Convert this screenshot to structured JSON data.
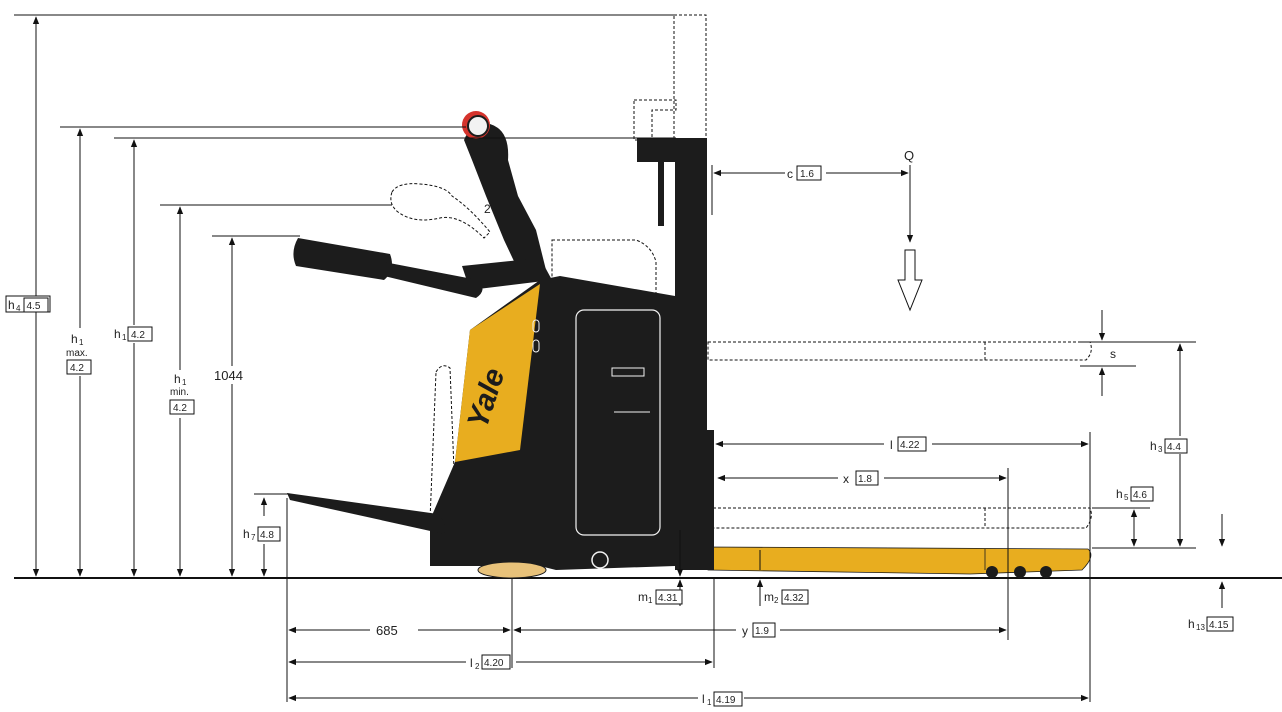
{
  "colors": {
    "body": "#1c1c1c",
    "accent": "#e8ad1f",
    "handle_red": "#d5332c",
    "line": "#111111",
    "background": "#ffffff"
  },
  "brand": {
    "logo_text": "Yale"
  },
  "load": {
    "symbol": "Q"
  },
  "lever_mark": "2",
  "dimensions": {
    "h4": {
      "symbol": "h",
      "sub": "4",
      "code": "4.5"
    },
    "h1max": {
      "symbol": "h",
      "sub": "1",
      "note": "max.",
      "code": "4.2"
    },
    "h1": {
      "symbol": "h",
      "sub": "1",
      "code": "4.2"
    },
    "h1min": {
      "symbol": "h",
      "sub": "1",
      "note": "min.",
      "code": "4.2"
    },
    "tiller": {
      "value": "1044"
    },
    "h7": {
      "symbol": "h",
      "sub": "7",
      "code": "4.8"
    },
    "c": {
      "symbol": "c",
      "code": "1.6"
    },
    "s": {
      "symbol": "s"
    },
    "h3": {
      "symbol": "h",
      "sub": "3",
      "code": "4.4"
    },
    "h5": {
      "symbol": "h",
      "sub": "5",
      "code": "4.6"
    },
    "l": {
      "symbol": "l",
      "code": "4.22"
    },
    "x": {
      "symbol": "x",
      "code": "1.8"
    },
    "m1": {
      "symbol": "m",
      "sub": "1",
      "code": "4.31"
    },
    "m2": {
      "symbol": "m",
      "sub": "2",
      "code": "4.32"
    },
    "h13": {
      "symbol": "h",
      "sub": "13",
      "code": "4.15"
    },
    "platform": {
      "value": "685"
    },
    "y": {
      "symbol": "y",
      "code": "1.9"
    },
    "l2": {
      "symbol": "l",
      "sub": "2",
      "code": "4.20"
    },
    "l1": {
      "symbol": "l",
      "sub": "1",
      "code": "4.19"
    }
  }
}
